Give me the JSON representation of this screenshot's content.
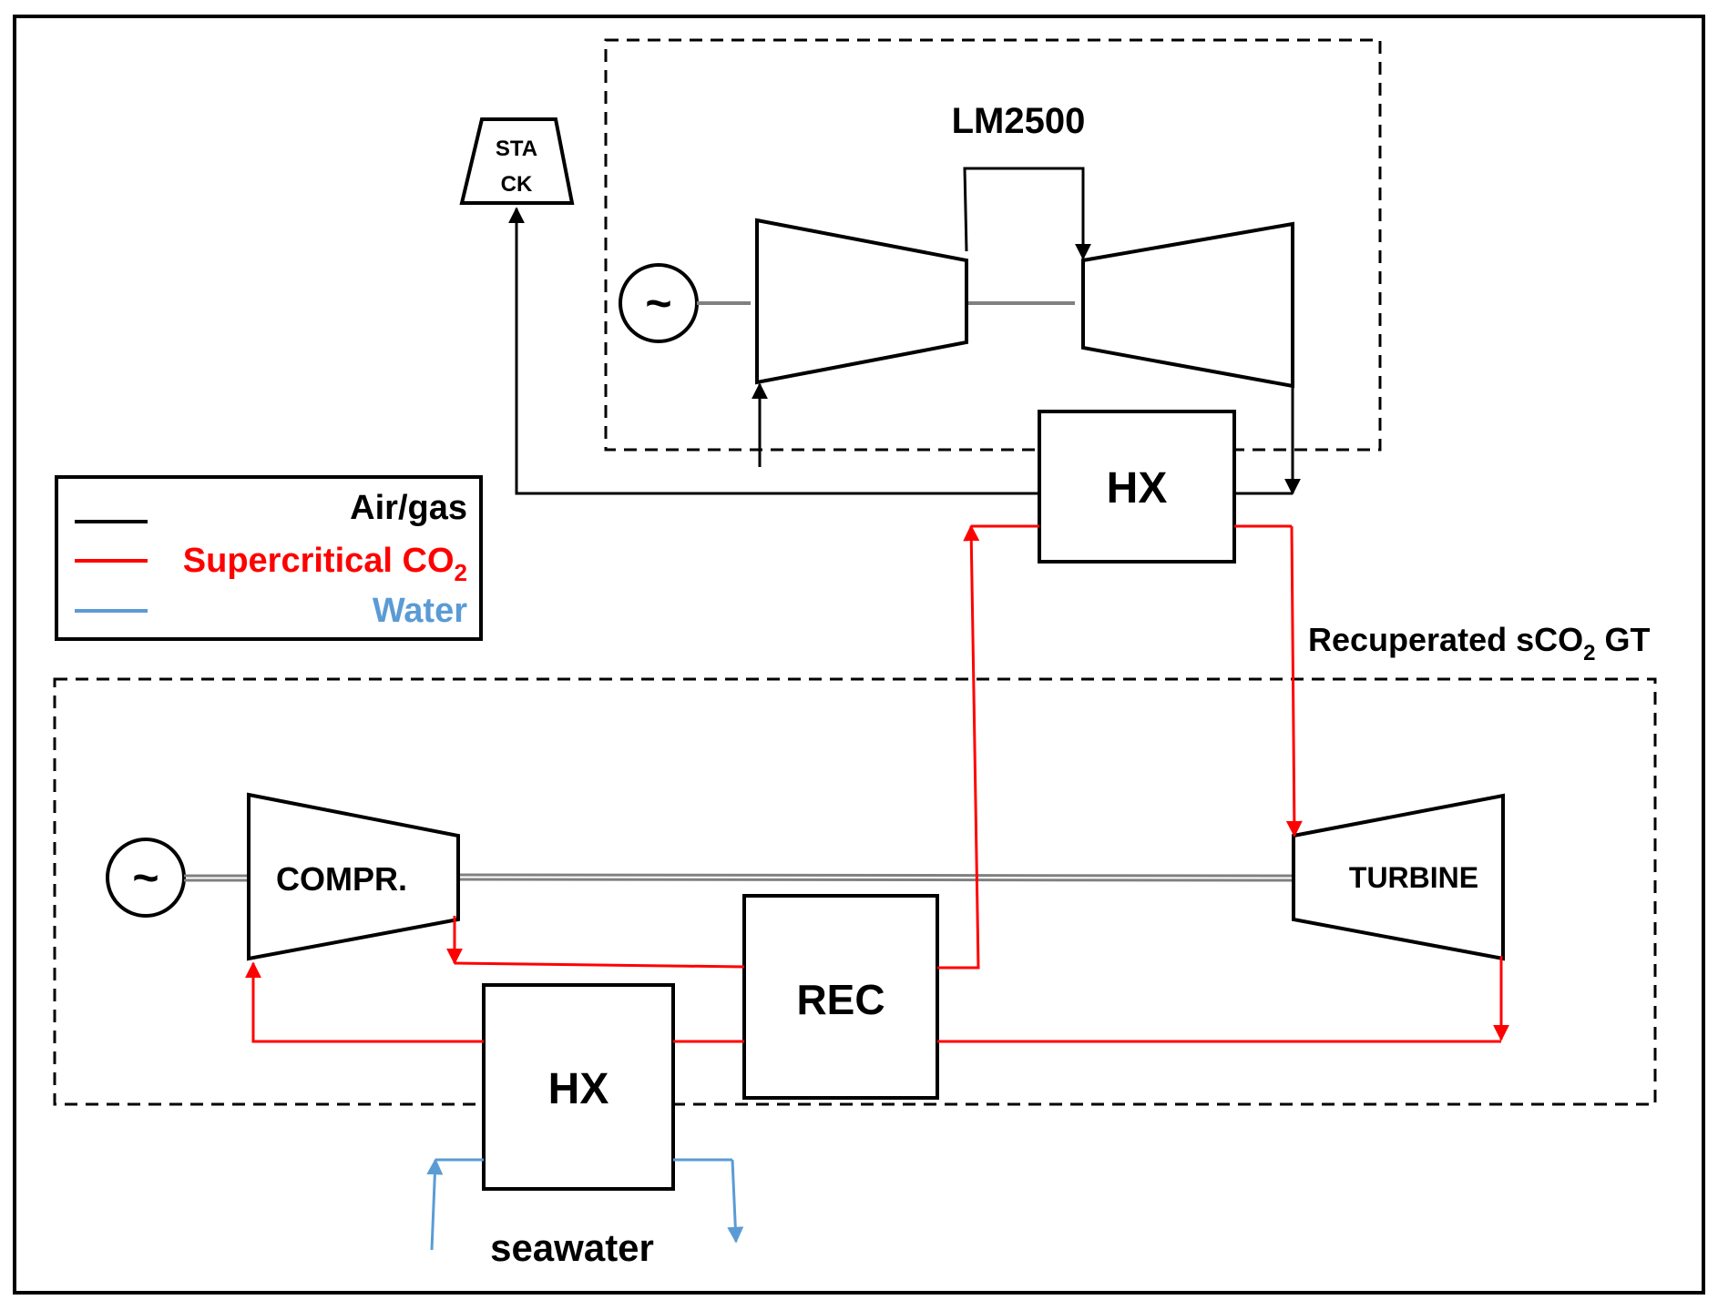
{
  "labels": {
    "lm2500": "LM2500",
    "stack_line1": "STA",
    "stack_line2": "CK",
    "hx_top": "HX",
    "hx_bottom": "HX",
    "rec": "REC",
    "compressor": "COMPR.",
    "turbine": "TURBINE",
    "seawater": "seawater",
    "sco2_gt_main": "Recuperated sCO",
    "sco2_gt_sub": "2",
    "sco2_gt_tail": " GT",
    "generator_symbol": "~"
  },
  "legend": {
    "air_gas": "Air/gas",
    "sco2_main": "Supercritical CO",
    "sco2_sub": "2",
    "water": "Water"
  },
  "colors": {
    "air_gas": "#000000",
    "sco2": "#ff0000",
    "water": "#5b9bd5",
    "shaft": "#808080"
  }
}
